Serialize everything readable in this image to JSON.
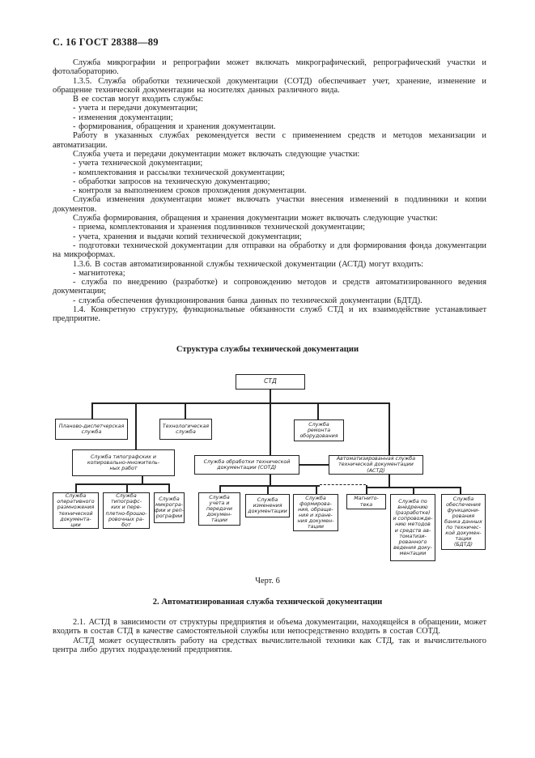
{
  "header": {
    "title": "С. 16 ГОСТ 28388—89"
  },
  "paragraphs": [
    "Служба микрографии и репрографии может включать микрографический, репрографический участки и фотолабораторию.",
    "1.3.5. Служба обработки технической документации (СОТД) обеспечивает учет, хранение, изменение и обращение технической документации на носителях данных различного вида.",
    "В ее состав могут входить службы:",
    "- учета и передачи документации;",
    "- изменения документации;",
    "- формирования, обращения и хранения документации.",
    "Работу в указанных службах рекомендуется вести с применением средств и методов механизации и автоматизации.",
    "Служба учета и передачи документации может включать следующие участки:",
    "- учета технической документации;",
    "- комплектования и рассылки технической документации;",
    "- обработки запросов на техническую документацию;",
    "- контроля за выполнением сроков прохождения документации.",
    "Служба изменения документации может включать участки внесения изменений в подлинники и копии документов.",
    "Служба формирования, обращения и хранения документации может включать следующие участки:",
    "- приема, комплектования и хранения подлинников технической документации;",
    "- учета, хранения и выдачи копий технической документации;",
    "- подготовки технической документации для отправки на обработку и для формирования фонда документации на микроформах.",
    "1.3.6. В состав автоматизированной службы технической документации (АСТД) могут входить:",
    "- магнитотека;",
    "- служба по внедрению (разработке) и сопровождению методов и средств автоматизированного ведения документации;",
    "- служба обеспечения функционирования банка данных по технической документации (БДТД).",
    "1.4. Конкретную структуру, функциональные обязанности служб СТД и их взаимодействие устанавливает предприятие."
  ],
  "figure": {
    "title": "Структура службы технической документации",
    "caption": "Черт. 6"
  },
  "diagram": {
    "type": "org-chart",
    "boxes": {
      "std": "СТД",
      "planning": "Планово-диспетчерская\nслужба",
      "tech": "Технологическая\nслужба",
      "repair": "Служба\nремонта\nоборудования",
      "printing": "Служба типографских и\nкопировально-множитель-\nных работ",
      "sotd": "Служба обработки технической\nдокументации (СОТД)",
      "astd": "Автоматизированная служба\nтехнической документации (АСТД)",
      "leaf_operative": "Служба\nоперативного\nразмножения\nтехнической\nдокумента-\nции",
      "leaf_typography": "Служба\nтипографс-\nких и пере-\nплетно-брошю-\nровочных ра-\nбот",
      "leaf_micrography": "Служба\nмикрогра-\nфии и реп-\nрографии",
      "leaf_accounting": "Служба\nучета и\nпередачи\nдокумен-\nтации",
      "leaf_changes": "Служба\nизменения\nдокументации",
      "leaf_forming": "Служба\nформирова-\nния, обраще-\nния и хране-\nния докумен-\nтации",
      "leaf_magnitoteka": "Магнито-\nтека",
      "leaf_implementation": "Служба по\nвнедрению\n(разработке)\nи сопровожде-\nнию методов\nи средств ав-\nтоматизи-\nрованного\nведения доку-\nментации",
      "leaf_bdtd": "Служба\nобеспечения\nфункциони-\nрования\nбанка данных\nпо техничес-\nкой докумен-\nтации\n(БДТД)"
    }
  },
  "section2": {
    "heading": "2. Автоматизированная служба технической документации",
    "paragraphs": [
      "2.1. АСТД в зависимости от структуры предприятия и объема документации, находящейся в обращении, может входить в состав СТД в качестве самостоятельной службы или непосредственно входить в состав СОТД.",
      "АСТД может осуществлять работу на средствах вычислительной техники как СТД, так и вычислительного центра либо других подразделений предприятия."
    ]
  }
}
